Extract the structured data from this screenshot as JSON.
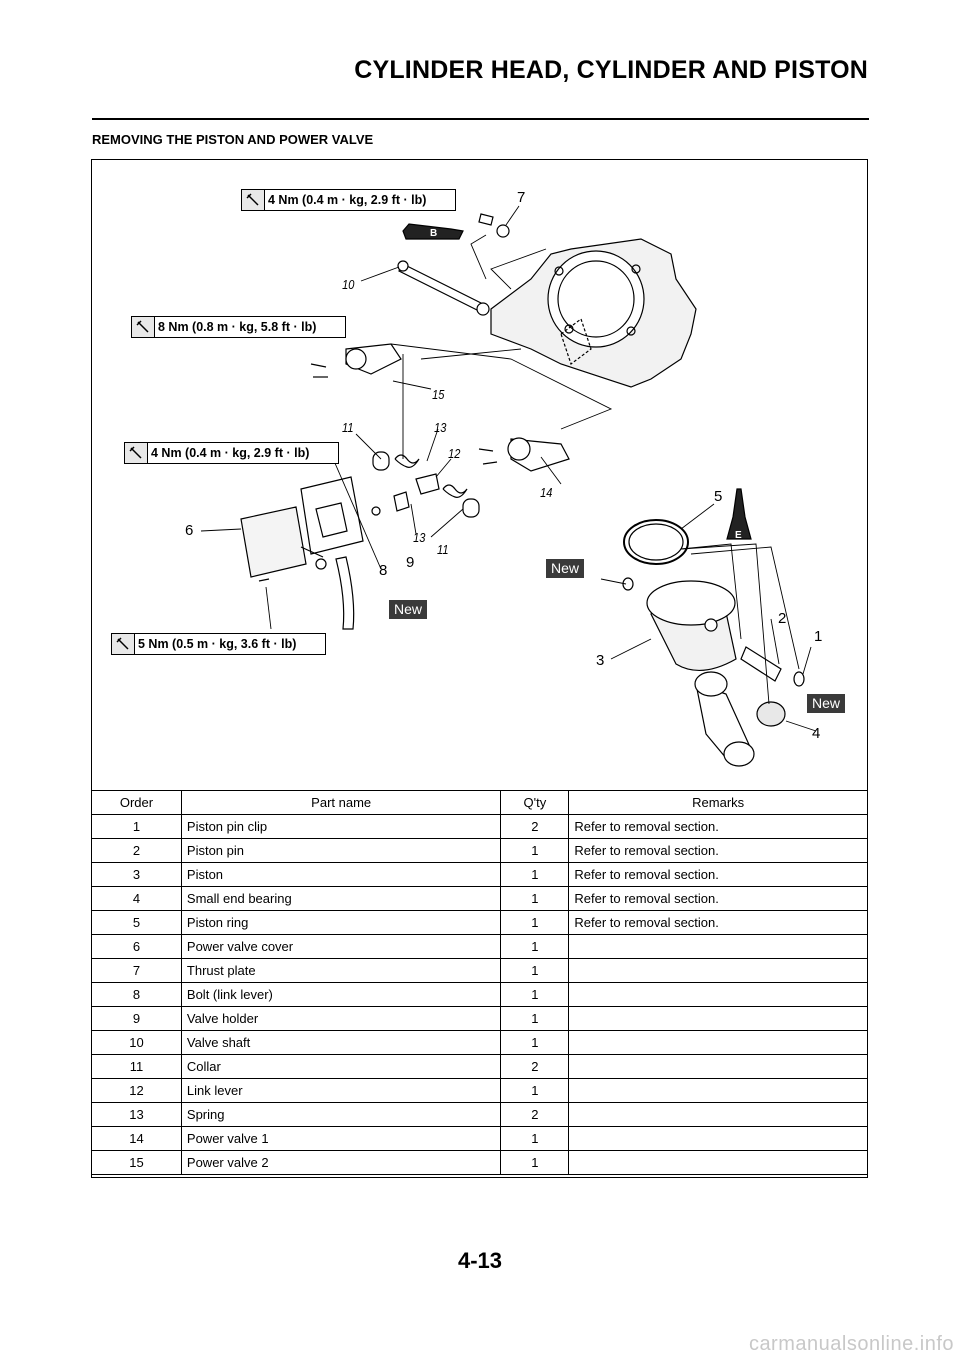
{
  "header": {
    "title": "CYLINDER HEAD, CYLINDER AND PISTON",
    "section": "REMOVING THE PISTON AND POWER VALVE"
  },
  "diagram": {
    "torque_specs": [
      "4 Nm (0.4 m · kg, 2.9 ft · lb)",
      "8 Nm (0.8 m · kg, 5.8 ft · lb)",
      "4 Nm (0.4 m · kg, 2.9 ft · lb)",
      "5 Nm (0.5 m · kg, 3.6 ft · lb)"
    ],
    "callouts": {
      "n1": "1",
      "n2": "2",
      "n3": "3",
      "n4": "4",
      "n5": "5",
      "n6": "6",
      "n7": "7",
      "n8": "8",
      "n9": "9",
      "n10": "10",
      "n11a": "11",
      "n11b": "11",
      "n12": "12",
      "n13a": "13",
      "n13b": "13",
      "n14": "14",
      "n15": "15"
    },
    "new_label": "New",
    "lube_b": "B",
    "lube_e": "E"
  },
  "table": {
    "headers": [
      "Order",
      "Part name",
      "Q'ty",
      "Remarks"
    ],
    "rows": [
      [
        "1",
        "Piston pin clip",
        "2",
        "Refer to removal section."
      ],
      [
        "2",
        "Piston pin",
        "1",
        "Refer to removal section."
      ],
      [
        "3",
        "Piston",
        "1",
        "Refer to removal section."
      ],
      [
        "4",
        "Small end bearing",
        "1",
        "Refer to removal section."
      ],
      [
        "5",
        "Piston ring",
        "1",
        "Refer to removal section."
      ],
      [
        "6",
        "Power valve cover",
        "1",
        ""
      ],
      [
        "7",
        "Thrust plate",
        "1",
        ""
      ],
      [
        "8",
        "Bolt (link lever)",
        "1",
        ""
      ],
      [
        "9",
        "Valve holder",
        "1",
        ""
      ],
      [
        "10",
        "Valve shaft",
        "1",
        ""
      ],
      [
        "11",
        "Collar",
        "2",
        ""
      ],
      [
        "12",
        "Link lever",
        "1",
        ""
      ],
      [
        "13",
        "Spring",
        "2",
        ""
      ],
      [
        "14",
        "Power valve 1",
        "1",
        ""
      ],
      [
        "15",
        "Power valve 2",
        "1",
        ""
      ]
    ]
  },
  "footer": {
    "page_number": "4-13",
    "watermark": "carmanualsonline.info"
  }
}
